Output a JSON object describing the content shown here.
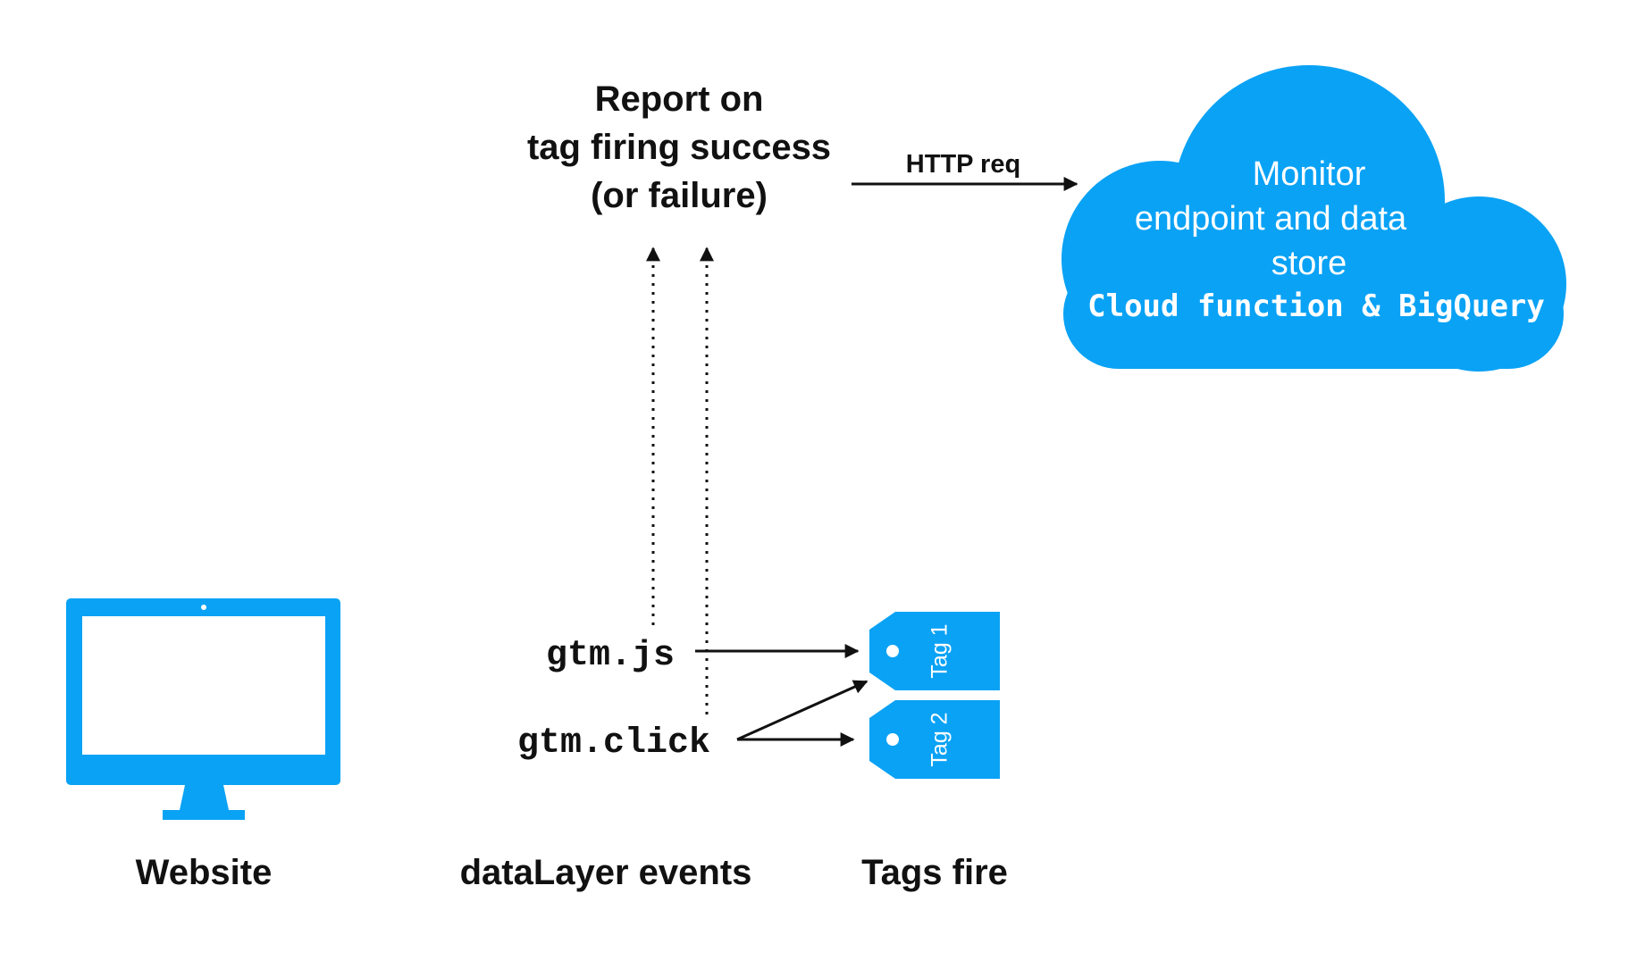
{
  "colors": {
    "accent": "#0aa2f5",
    "ink": "#111111",
    "background": "#ffffff"
  },
  "report": {
    "line1": "Report on",
    "line2": "tag firing success",
    "line3": "(or failure)"
  },
  "http_label": "HTTP req",
  "cloud": {
    "line1": "Monitor",
    "line2": "endpoint and data",
    "line3": "store",
    "line4": "Cloud function & BigQuery"
  },
  "events": {
    "event1": "gtm.js",
    "event2": "gtm.click"
  },
  "tags": {
    "tag1": "Tag 1",
    "tag2": "Tag 2"
  },
  "labels": {
    "website": "Website",
    "datalayer": "dataLayer events",
    "tags_fire": "Tags fire"
  },
  "icons": [
    "monitor-icon",
    "cloud-icon",
    "tag-icon"
  ]
}
